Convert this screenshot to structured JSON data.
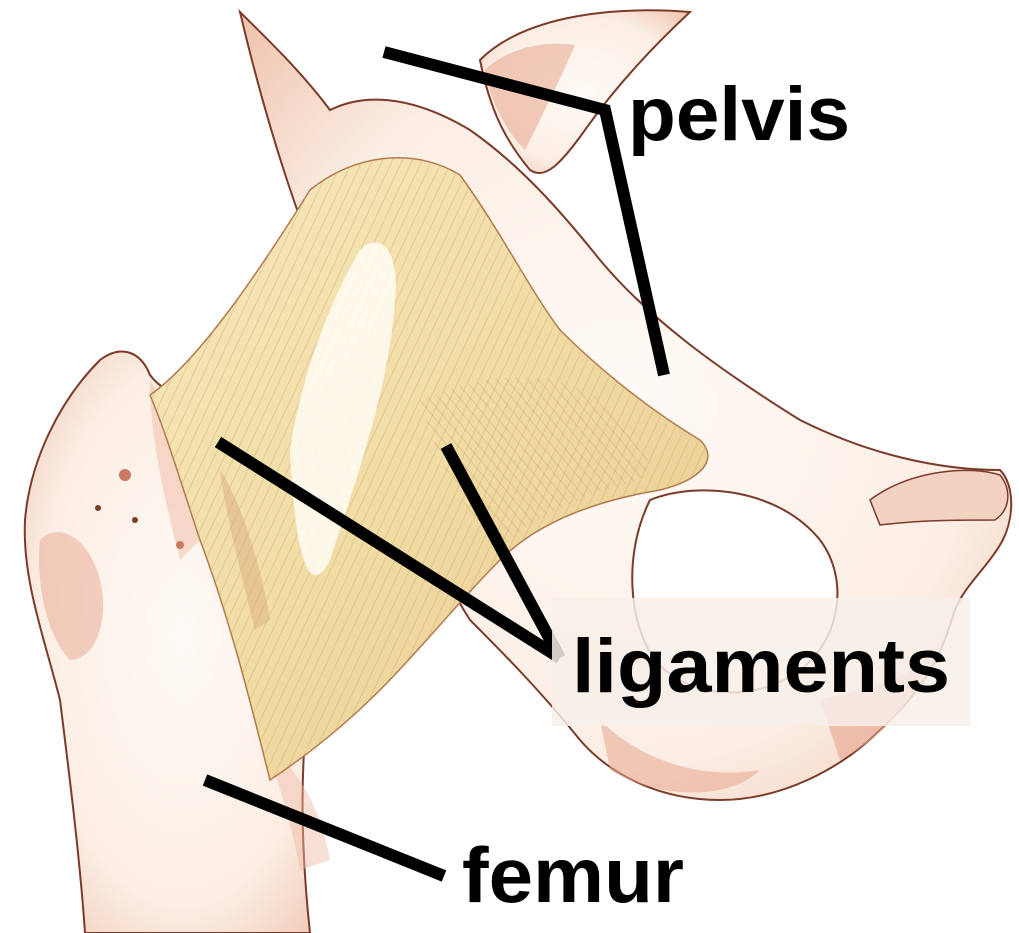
{
  "labels": {
    "pelvis": "pelvis",
    "ligaments": "ligaments",
    "femur": "femur"
  },
  "colors": {
    "background": "#ffffff",
    "bone_fill": "#fbeee4",
    "bone_shadow": "#e7a58e",
    "bone_outline": "#7a3b2a",
    "ligament_fill": "#f1dca4",
    "ligament_fiber": "#c9a46a",
    "leader_line": "#000000",
    "label_text": "#000000",
    "label_highlight": "#f7efe9"
  }
}
